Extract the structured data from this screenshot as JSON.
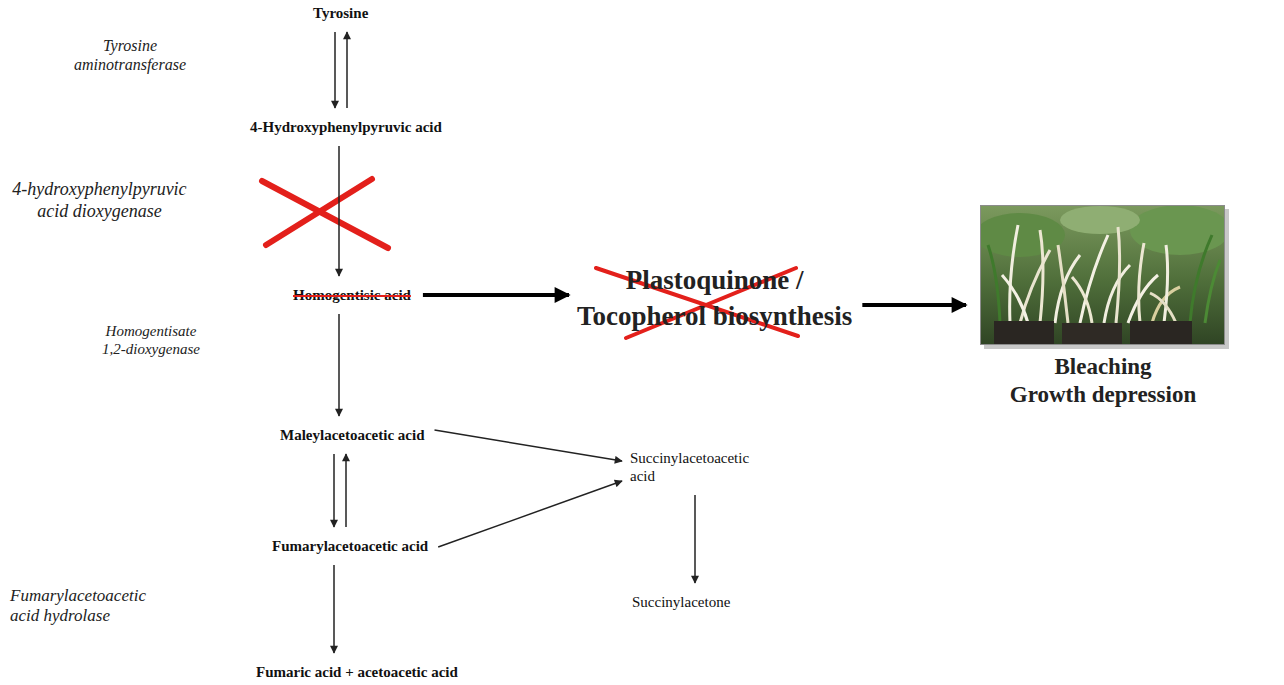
{
  "diagram": {
    "nodes": [
      {
        "text": [
          "Tyrosine"
        ]
      },
      {
        "text": [
          "4-Hydroxyphenylpyruvic acid"
        ]
      },
      {
        "text": [
          "Homogentisic acid"
        ]
      },
      {
        "text": [
          "Maleylacetoacetic acid"
        ]
      },
      {
        "text": [
          "Fumarylacetoacetic acid"
        ]
      },
      {
        "text": [
          "Fumaric acid + acetoacetic acid"
        ]
      },
      {
        "text": [
          "Succinylacetoacetic acid"
        ]
      },
      {
        "text": [
          "Succinylacetone"
        ]
      },
      {
        "text": [
          "Plastoquinone /",
          "Tocopherol biosynthesis"
        ]
      },
      {
        "text": [
          "Bleaching",
          "Growth depression"
        ]
      }
    ],
    "edges": [
      {
        "from": 0,
        "to": 1,
        "arrow": "both",
        "label": "Tyrosine aminotransferase"
      },
      {
        "from": 1,
        "to": 2,
        "arrow": "to",
        "label": "4-hydroxyphenylpyruvic acid dioxygenase"
      },
      {
        "from": 2,
        "to": 3,
        "arrow": "to",
        "label": "Homogentisate 1,2-dioxygenase"
      },
      {
        "from": 3,
        "to": 4,
        "arrow": "both"
      },
      {
        "from": 3,
        "to": 6,
        "arrow": "to"
      },
      {
        "from": 4,
        "to": 6,
        "arrow": "to"
      },
      {
        "from": 4,
        "to": 5,
        "arrow": "to",
        "label": "Fumarylacetoacetic acid hydrolase"
      },
      {
        "from": 6,
        "to": 7,
        "arrow": "to"
      },
      {
        "from": 2,
        "to": 8,
        "arrow": "to"
      },
      {
        "from": 8,
        "to": 9,
        "arrow": "to"
      }
    ]
  }
}
